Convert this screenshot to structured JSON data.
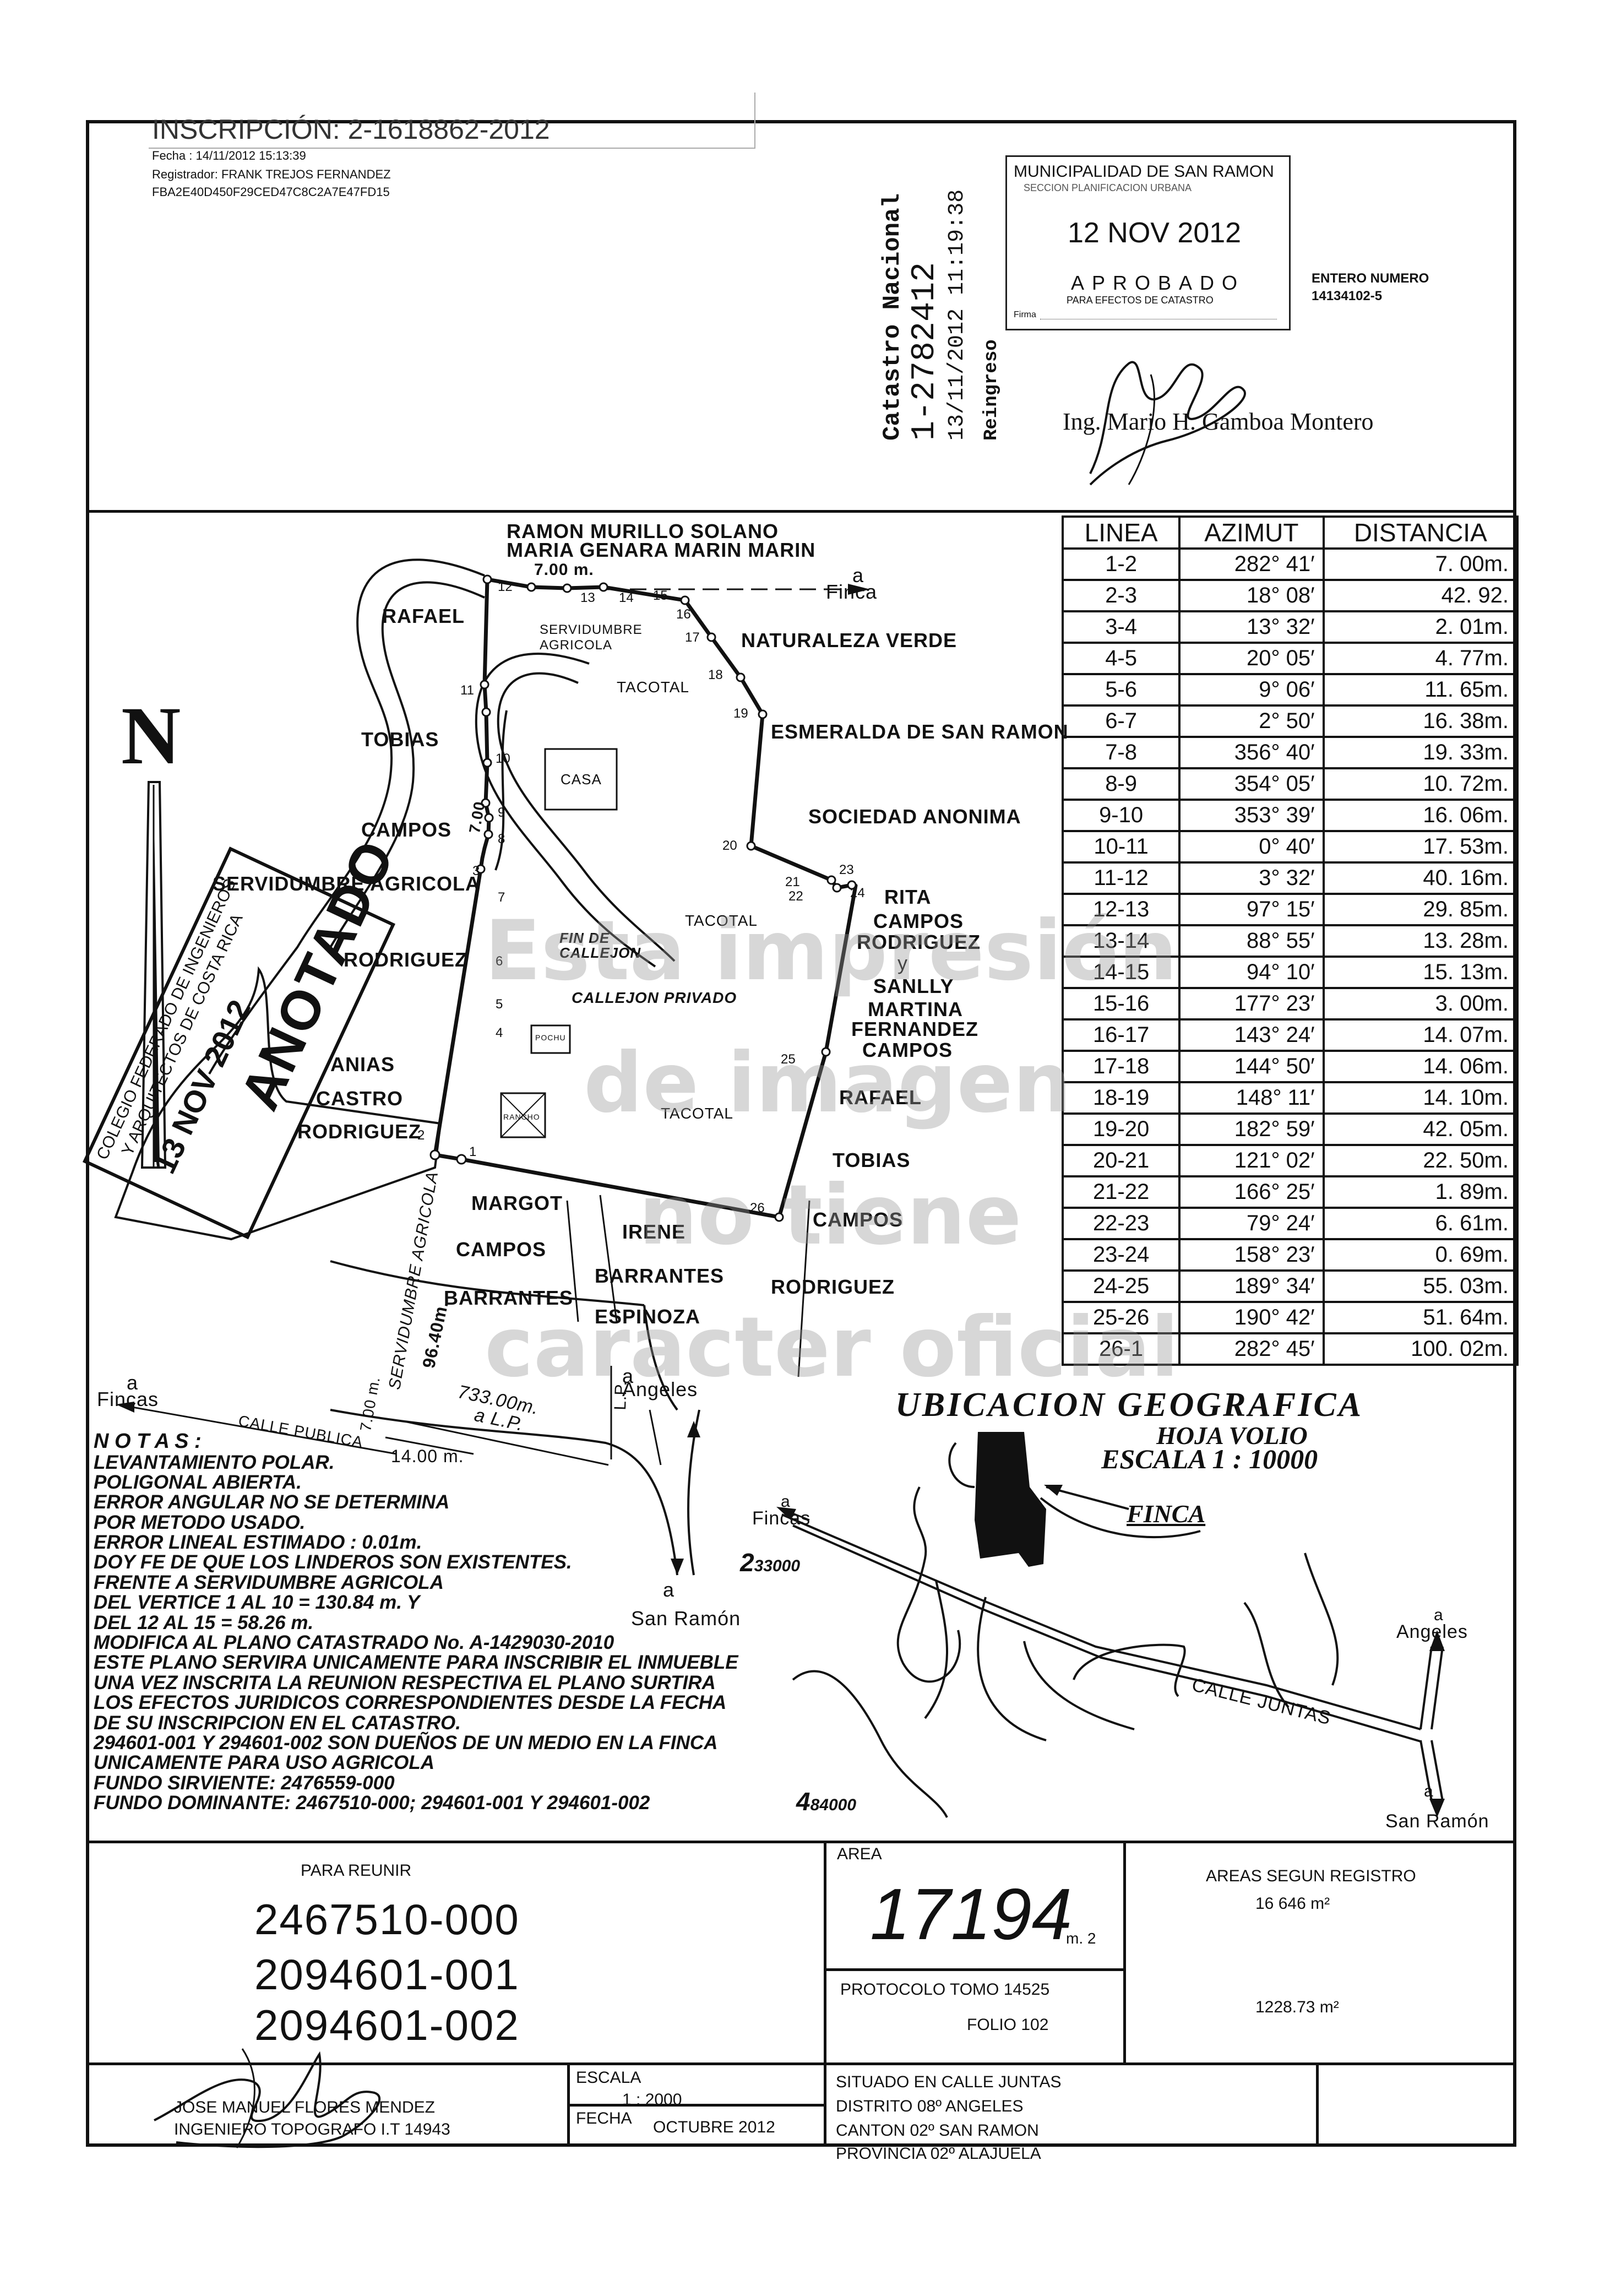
{
  "header": {
    "inscription": "INSCRIPCIÓN: 2-1618862-2012",
    "fecha": "Fecha       : 14/11/2012 15:13:39",
    "registrador": "Registrador: FRANK TREJOS FERNANDEZ",
    "hash": "FBA2E40D450F29CED47C8C2A7E47FD15",
    "catastro_label": "Catastro Nacional",
    "catastro_number": "1-2782412",
    "catastro_date": "13/11/2012 11:19:38",
    "catastro_ingreso": "Reingreso",
    "stamp_municipality": "MUNICIPALIDAD DE SAN RAMON",
    "stamp_dept": "SECCION PLANIFICACION URBANA",
    "stamp_date": "12 NOV 2012",
    "stamp_status": "APROBADO",
    "stamp_note": "PARA EFECTOS DE CATASTRO",
    "stamp_firma": "Firma",
    "entero_label": "ENTERO NUMERO",
    "entero_number": "14134102-5",
    "engineer": "Ing. Mario H. Gamboa Montero"
  },
  "table": {
    "headers": [
      "LINEA",
      "AZIMUT",
      "DISTANCIA"
    ],
    "rows": [
      [
        "1-2",
        "282° 41′",
        "7. 00m."
      ],
      [
        "2-3",
        "18° 08′",
        "42. 92."
      ],
      [
        "3-4",
        "13° 32′",
        "2. 01m."
      ],
      [
        "4-5",
        "20° 05′",
        "4. 77m."
      ],
      [
        "5-6",
        "9° 06′",
        "11. 65m."
      ],
      [
        "6-7",
        "2° 50′",
        "16. 38m."
      ],
      [
        "7-8",
        "356° 40′",
        "19. 33m."
      ],
      [
        "8-9",
        "354° 05′",
        "10. 72m."
      ],
      [
        "9-10",
        "353° 39′",
        "16. 06m."
      ],
      [
        "10-11",
        "0° 40′",
        "17. 53m."
      ],
      [
        "11-12",
        "3° 32′",
        "40. 16m."
      ],
      [
        "12-13",
        "97° 15′",
        "29. 85m."
      ],
      [
        "13-14",
        "88° 55′",
        "13. 28m."
      ],
      [
        "14-15",
        "94° 10′",
        "15. 13m."
      ],
      [
        "15-16",
        "177° 23′",
        "3. 00m."
      ],
      [
        "16-17",
        "143° 24′",
        "14. 07m."
      ],
      [
        "17-18",
        "144° 50′",
        "14. 06m."
      ],
      [
        "18-19",
        "148° 11′",
        "14. 10m."
      ],
      [
        "19-20",
        "182° 59′",
        "42. 05m."
      ],
      [
        "20-21",
        "121° 02′",
        "22. 50m."
      ],
      [
        "21-22",
        "166° 25′",
        "1. 89m."
      ],
      [
        "22-23",
        "79° 24′",
        "6. 61m."
      ],
      [
        "23-24",
        "158° 23′",
        "0. 69m."
      ],
      [
        "24-25",
        "189° 34′",
        "55. 03m."
      ],
      [
        "25-26",
        "190° 42′",
        "51. 64m."
      ],
      [
        "26-1",
        "282° 45′",
        "100. 02m."
      ]
    ]
  },
  "map": {
    "north": "N",
    "neighbors": {
      "top1": "RAMON MURILLO SOLANO",
      "top2": "MARIA GENARA MARIN MARIN",
      "to_finca_a": "a",
      "to_finca": "Finca",
      "rafael": "RAFAEL",
      "tobias": "TOBIAS",
      "campos": "CAMPOS",
      "serv_agricola": "SERVIDUMBRE AGRICOLA",
      "rodriguez": "RODRIGUEZ",
      "anias": "ANIAS",
      "castro": "CASTRO",
      "rodriguez2": "RODRIGUEZ",
      "naturaleza": "NATURALEZA VERDE",
      "esmeralda": "ESMERALDA DE SAN RAMON",
      "sociedad": "SOCIEDAD ANONIMA",
      "rita": "RITA",
      "rita_campos": "CAMPOS",
      "rita_rodriguez": "RODRIGUEZ",
      "y": "y",
      "sanlly": "SANLLY",
      "martina": "MARTINA",
      "fernandez": "FERNANDEZ",
      "fc_campos": "CAMPOS",
      "rafael2": "RAFAEL",
      "tobias2": "TOBIAS",
      "campos2": "CAMPOS",
      "rodriguez3": "RODRIGUEZ",
      "margot": "MARGOT",
      "margot_campos": "CAMPOS",
      "barrantes": "BARRANTES",
      "irene": "IRENE",
      "irene_barrantes": "BARRANTES",
      "espinoza": "ESPINOZA"
    },
    "features": {
      "servidumbre_top": "SERVIDUMBRE",
      "agricola_top": "AGRICOLA",
      "tacotal": "TACOTAL",
      "casa": "CASA",
      "fin_callejon": "FIN DE CALLEJON",
      "callejon_privado": "CALLEJON PRIVADO",
      "tacotal2": "TACOTAL",
      "tacotal3": "TACOTAL",
      "rancho": "RANCHO",
      "pochu": "POCHU",
      "dist_700_top": "7.00 m.",
      "dist_700_side": "7.00",
      "serv_agricola_vertical": "SERVIDUMBRE AGRICOLA",
      "dist_9640": "96.40m.",
      "dist_700b": "7.00 m.",
      "dist_73300": "733.00m.",
      "a_lp": "a L.P.",
      "lp": "L.P.",
      "fincas_a": "a",
      "fincas": "Fincas",
      "calle_publica": "CALLE PUBLICA",
      "dist_1400": "14.00 m.",
      "angeles_a": "a",
      "angeles": "Angeles",
      "sanramon_a": "a",
      "sanramon": "San Ramón"
    },
    "points": [
      "1",
      "2",
      "3",
      "4",
      "5",
      "6",
      "7",
      "8",
      "9",
      "10",
      "11",
      "12",
      "13",
      "14",
      "15",
      "16",
      "17",
      "18",
      "19",
      "20",
      "21",
      "22",
      "23",
      "24",
      "25",
      "26"
    ]
  },
  "stamp_cfia": {
    "line1": "COLEGIO FEDERADO DE INGENIEROS",
    "line2": "Y ARQUITECTOS DE COSTA RICA",
    "date": "13 NOV 2012",
    "anotado": "ANOTADO"
  },
  "notes": {
    "title": "N O T A S :",
    "lines": [
      "LEVANTAMIENTO POLAR.",
      "POLIGONAL ABIERTA.",
      "ERROR ANGULAR NO SE DETERMINA",
      "POR METODO USADO.",
      "ERROR LINEAL ESTIMADO : 0.01m.",
      "DOY FE DE QUE LOS LINDEROS SON EXISTENTES.",
      "FRENTE A SERVIDUMBRE AGRICOLA",
      "DEL VERTICE 1 AL   10 = 130.84 m. Y",
      "DEL 12 AL 15 = 58.26 m.",
      "MODIFICA AL PLANO CATASTRADO No. A-1429030-2010",
      "ESTE PLANO SERVIRA UNICAMENTE PARA INSCRIBIR EL INMUEBLE",
      "UNA VEZ INSCRITA LA REUNION RESPECTIVA EL PLANO SURTIRA",
      "LOS EFECTOS JURIDICOS CORRESPONDIENTES DESDE LA FECHA",
      "DE SU INSCRIPCION EN EL CATASTRO.",
      "294601-001 Y 294601-002 SON DUEÑOS DE UN MEDIO EN LA FINCA",
      "UNICAMENTE PARA USO AGRICOLA",
      "FUNDO SIRVIENTE: 2476559-000",
      "FUNDO DOMINANTE: 2467510-000; 294601-001 Y 294601-002"
    ]
  },
  "ubicacion": {
    "title": "UBICACION   GEOGRAFICA",
    "hoja": "HOJA VOLIO",
    "escala": "ESCALA  1  :  10000",
    "finca": "FINCA",
    "fincas_a": "a",
    "fincas": "Fincas",
    "coord1_big": "2",
    "coord1_small": "33000",
    "coord2_big": "4",
    "coord2_small": "84000",
    "calle_juntas": "CALLE JUNTAS",
    "angeles_a": "a",
    "angeles": "Angeles",
    "sanramon_a": "a",
    "sanramon": "San Ramón"
  },
  "footer": {
    "para_reunir": "PARA REUNIR",
    "fincas": [
      "2467510-000",
      "2094601-001",
      "2094601-002"
    ],
    "area_label": "AREA",
    "area_value": "17194",
    "area_unit": "m. 2",
    "protocolo": "PROTOCOLO  TOMO  14525",
    "folio": "FOLIO  102",
    "areas_registro": "AREAS SEGUN REGISTRO",
    "area1": "16 646 m²",
    "area2": "1228.73 m²",
    "engineer_name": "JOSE MANUEL FLORES MENDEZ",
    "engineer_title": "INGENIERO TOPOGRAFO I.T 14943",
    "escala_label": "ESCALA",
    "escala_value": "1 : 2000",
    "fecha_label": "FECHA",
    "fecha_value": "OCTUBRE 2012",
    "situado": "SITUADO EN CALLE JUNTAS",
    "distrito": "DISTRITO 08º ANGELES",
    "canton": "CANTON 02º SAN RAMON",
    "provincia": "PROVINCIA 02º ALAJUELA"
  },
  "watermark": {
    "line1": "Esta impresión",
    "line2": "de imagen",
    "line3": "no tiene",
    "line4": "caracter oficial"
  }
}
